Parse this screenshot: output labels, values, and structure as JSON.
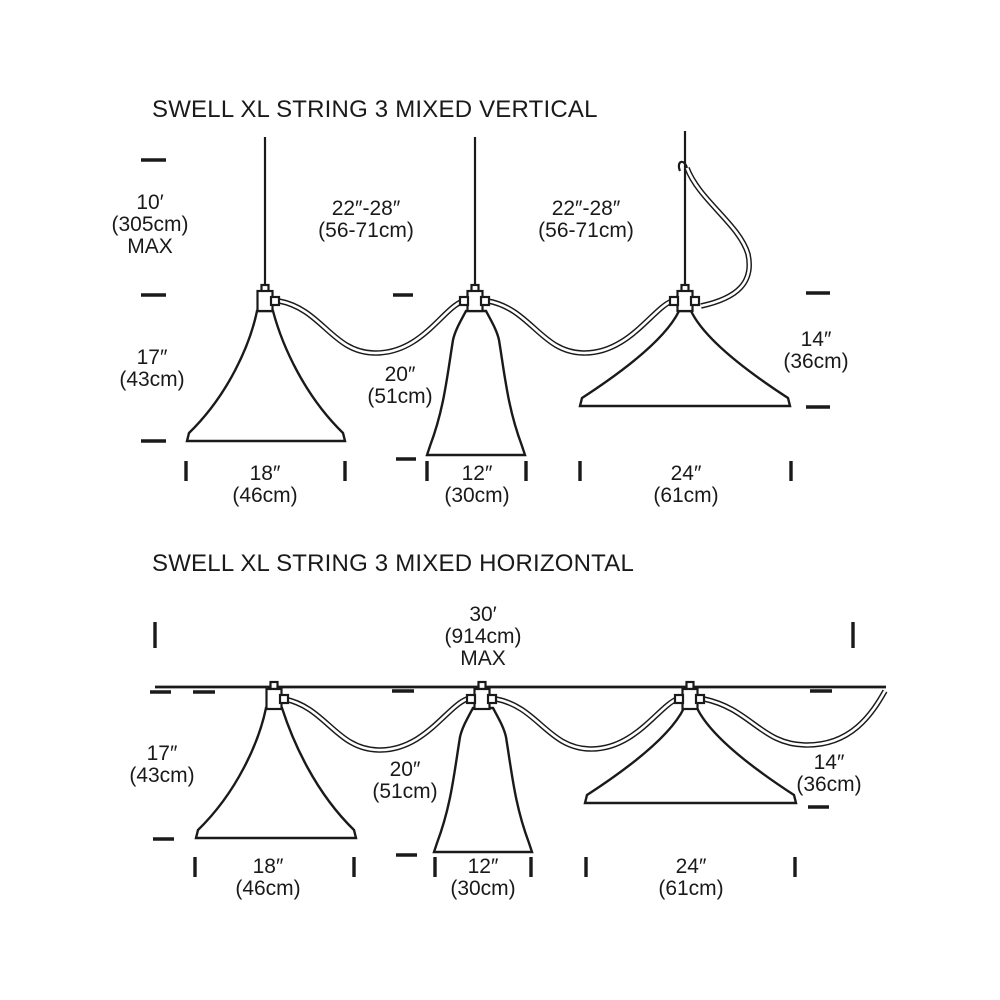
{
  "colors": {
    "ink": "#1a1a1a",
    "background": "#ffffff"
  },
  "diagrams": {
    "vertical": {
      "title": "SWELL XL STRING 3 MIXED VERTICAL",
      "labels": {
        "max_drop": {
          "lines": [
            "10′",
            "(305cm)",
            "MAX"
          ]
        },
        "spacing_left": {
          "lines": [
            "22″-28″",
            "(56-71cm)"
          ]
        },
        "spacing_right": {
          "lines": [
            "22″-28″",
            "(56-71cm)"
          ]
        },
        "height_small": {
          "lines": [
            "17″",
            "(43cm)"
          ]
        },
        "height_tall": {
          "lines": [
            "20″",
            "(51cm)"
          ]
        },
        "height_wide": {
          "lines": [
            "14″",
            "(36cm)"
          ]
        },
        "width_small": {
          "lines": [
            "18″",
            "(46cm)"
          ]
        },
        "width_tall": {
          "lines": [
            "12″",
            "(30cm)"
          ]
        },
        "width_wide": {
          "lines": [
            "24″",
            "(61cm)"
          ]
        }
      }
    },
    "horizontal": {
      "title": "SWELL XL STRING 3 MIXED HORIZONTAL",
      "labels": {
        "max_run": {
          "lines": [
            "30′",
            "(914cm)",
            "MAX"
          ]
        },
        "height_small": {
          "lines": [
            "17″",
            "(43cm)"
          ]
        },
        "height_tall": {
          "lines": [
            "20″",
            "(51cm)"
          ]
        },
        "height_wide": {
          "lines": [
            "14″",
            "(36cm)"
          ]
        },
        "width_small": {
          "lines": [
            "18″",
            "(46cm)"
          ]
        },
        "width_tall": {
          "lines": [
            "12″",
            "(30cm)"
          ]
        },
        "width_wide": {
          "lines": [
            "24″",
            "(61cm)"
          ]
        }
      }
    }
  }
}
